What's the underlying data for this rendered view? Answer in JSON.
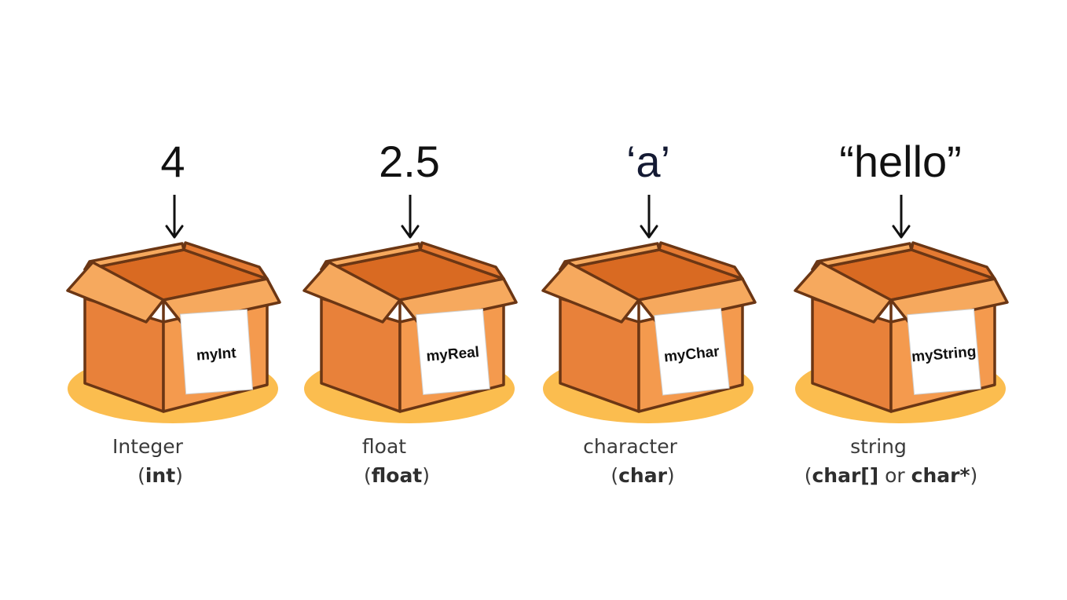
{
  "items": [
    {
      "value": "4",
      "box_label": "myInt",
      "type_name": "Integer",
      "code_parts": [
        {
          "text": "(",
          "bold": false
        },
        {
          "text": "int",
          "bold": true
        },
        {
          "text": ")",
          "bold": false
        }
      ]
    },
    {
      "value": "2.5",
      "box_label": "myReal",
      "type_name": "float",
      "code_parts": [
        {
          "text": "(",
          "bold": false
        },
        {
          "text": "float",
          "bold": true
        },
        {
          "text": ")",
          "bold": false
        }
      ]
    },
    {
      "value": "‘a’",
      "box_label": "myChar",
      "type_name": "character",
      "code_parts": [
        {
          "text": "(",
          "bold": false
        },
        {
          "text": "char",
          "bold": true
        },
        {
          "text": ")",
          "bold": false
        }
      ]
    },
    {
      "value": "“hello”",
      "box_label": "myString",
      "type_name": "string",
      "code_parts": [
        {
          "text": "(",
          "bold": false
        },
        {
          "text": "char[]",
          "bold": true
        },
        {
          "text": " or ",
          "bold": false
        },
        {
          "text": "char*",
          "bold": true
        },
        {
          "text": ")",
          "bold": false
        }
      ]
    }
  ],
  "colors": {
    "box_front": "#f49a4e",
    "box_side": "#e8813a",
    "box_inner": "#d96a22",
    "flap_light": "#f6a95e",
    "flap_dark": "#e57a32",
    "shadow": "#fbbd4f",
    "edge": "#6b3614",
    "label_card": "#ffffff"
  }
}
